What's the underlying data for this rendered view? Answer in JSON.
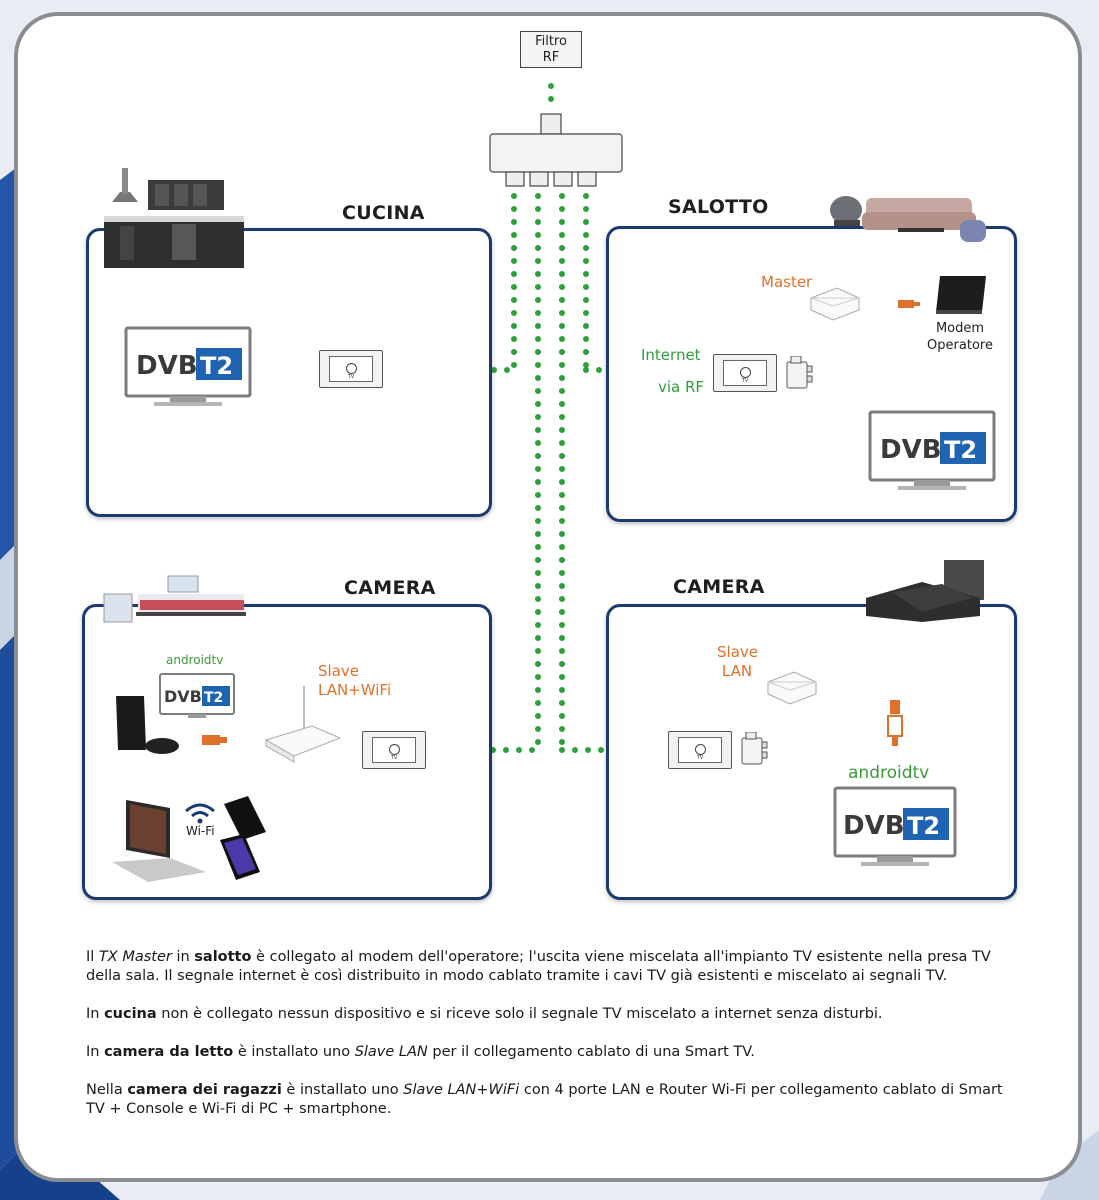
{
  "filter": {
    "line1": "Filtro",
    "line2": "RF"
  },
  "rooms": {
    "cucina": {
      "title": "CUCINA"
    },
    "salotto": {
      "title": "SALOTTO",
      "master": "Master",
      "modem_line1": "Modem",
      "modem_line2": "Operatore",
      "internet": "Internet",
      "via_rf": "via RF"
    },
    "camera_left": {
      "title": "CAMERA",
      "slave_line1": "Slave",
      "slave_line2": "LAN+WiFi",
      "androidtv": "androidtv",
      "wifi": "Wi-Fi"
    },
    "camera_right": {
      "title": "CAMERA",
      "slave_line1": "Slave",
      "slave_line2": "LAN",
      "androidtv": "androidtv"
    }
  },
  "tv_logo": {
    "left": "DVB",
    "right": "T2"
  },
  "outlet_label": "TV",
  "colors": {
    "green": "#2f9e3e",
    "orange": "#e0712b",
    "blue": "#3a9bd5",
    "room_border": "#1b3a70"
  },
  "description": {
    "p1": {
      "a": "Il ",
      "b": "TX Master",
      "c": " in ",
      "d": "salotto",
      "e": " è collegato al modem dell'operatore; l'uscita viene miscelata all'impianto TV esistente nella presa TV della sala.  Il segnale internet è così distribuito in modo cablato tramite i cavi TV già esistenti e miscelato ai segnali TV."
    },
    "p2": {
      "a": "In ",
      "b": "cucina",
      "c": " non è collegato nessun dispositivo e si riceve solo il segnale TV miscelato a internet senza disturbi."
    },
    "p3": {
      "a": "In ",
      "b": "camera da letto",
      "c": " è installato uno ",
      "d": "Slave LAN",
      "e": " per il collegamento cablato di una Smart TV."
    },
    "p4": {
      "a": "Nella ",
      "b": "camera dei ragazzi",
      "c": " è installato uno ",
      "d": "Slave LAN+WiFi",
      "e": " con 4 porte LAN e Router Wi-Fi per collegamento cablato di Smart TV + Console e Wi-Fi di PC + smartphone."
    }
  }
}
